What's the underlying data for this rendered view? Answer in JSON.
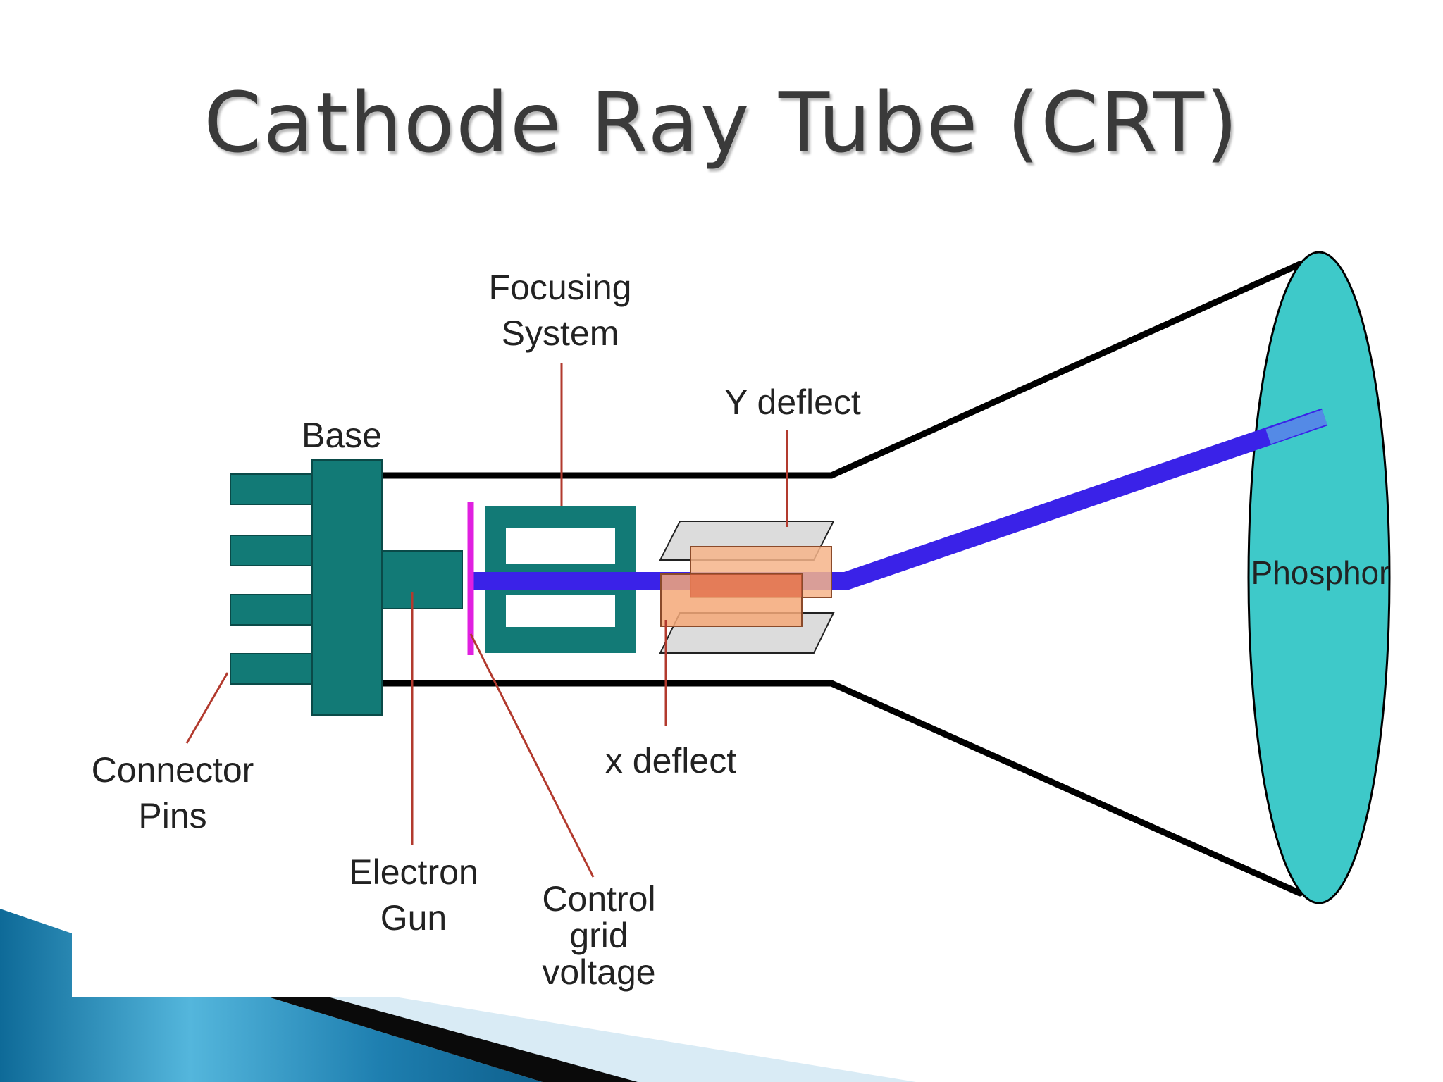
{
  "slide": {
    "title": "Cathode Ray Tube (CRT)"
  },
  "diagram": {
    "labels": {
      "focusing_system": [
        "Focusing",
        "System"
      ],
      "y_deflect": "Y deflect",
      "base": "Base",
      "phosphor": "Phosphor",
      "x_deflect": "x deflect",
      "connector_pins": [
        "Connector",
        "Pins"
      ],
      "electron_gun": [
        "Electron",
        "Gun"
      ],
      "control_grid_voltage": [
        "Control",
        "grid",
        "voltage"
      ]
    },
    "colors": {
      "component_teal": "#127a76",
      "screen_cyan": "#3ec9c9",
      "electron_beam": "#3a22e8",
      "control_grid": "#e020e0",
      "leader_line": "#b23a2e",
      "deflect_plate": "#f6b48a",
      "plate_frame": "#d8d8d8",
      "title_text": "#3a3a3a",
      "slide_accent": "#1e7fb0"
    }
  }
}
